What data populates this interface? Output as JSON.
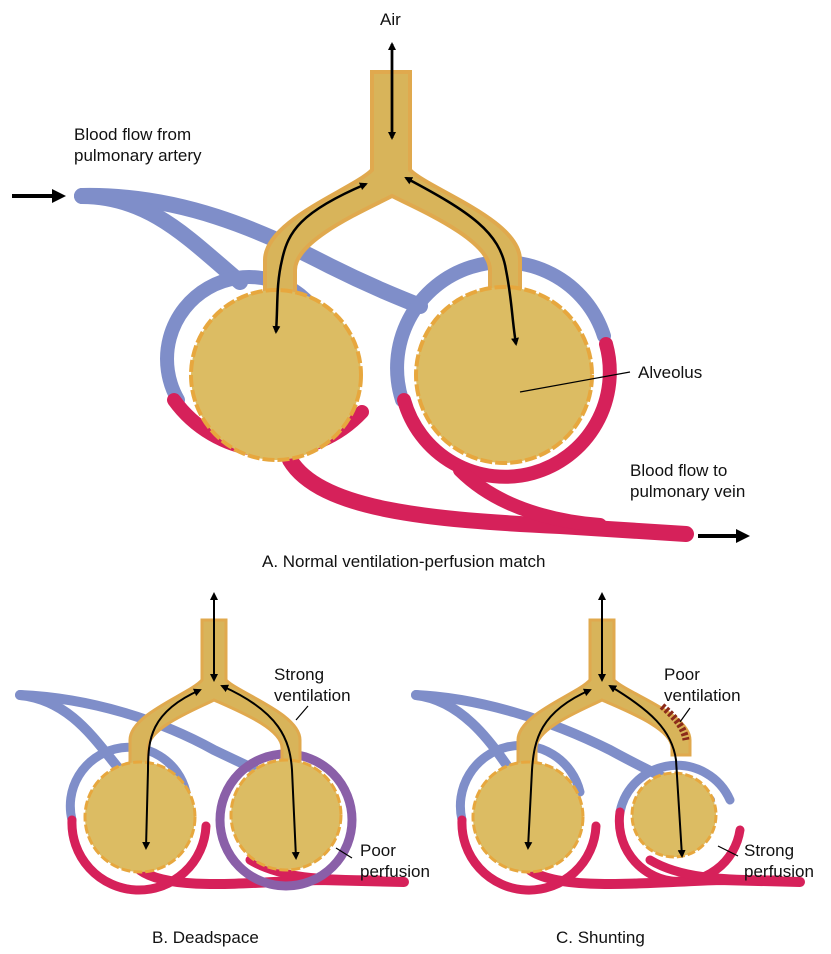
{
  "colors": {
    "artery": "#7f8ec9",
    "vein": "#d6215a",
    "poor_perfusion": "#8a5fa8",
    "airway": "#d8b45a",
    "airway_edge": "#e0a94e",
    "alveolus": "#dcbc63",
    "obstruction": "#8b2b1a",
    "arrow": "#000000"
  },
  "labels": {
    "air": "Air",
    "blood_from_line1": "Blood flow from",
    "blood_from_line2": "pulmonary artery",
    "alveolus": "Alveolus",
    "blood_to_line1": "Blood flow to",
    "blood_to_line2": "pulmonary vein",
    "strong_ventilation_1": "Strong",
    "strong_ventilation_2": "ventilation",
    "poor_perfusion_1": "Poor",
    "poor_perfusion_2": "perfusion",
    "poor_ventilation_1": "Poor",
    "poor_ventilation_2": "ventilation",
    "strong_perfusion_1": "Strong",
    "strong_perfusion_2": "perfusion"
  },
  "captions": {
    "a": "A.  Normal ventilation-perfusion match",
    "b": "B.  Deadspace",
    "c": "C.  Shunting"
  }
}
